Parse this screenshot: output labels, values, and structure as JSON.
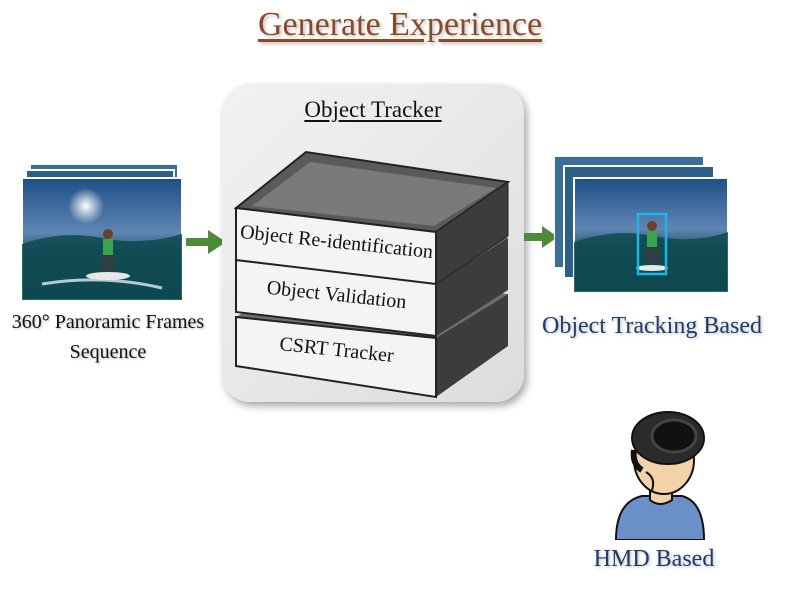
{
  "title": "Generate Experience",
  "tracker": {
    "title": "Object Tracker",
    "layers": [
      {
        "label": "Object Re-identification"
      },
      {
        "label": "Object Validation"
      },
      {
        "label": "CSRT Tracker"
      }
    ]
  },
  "input": {
    "caption_line1": "360° Panoramic Frames",
    "caption_line2": "Sequence"
  },
  "output": {
    "caption": "Object Tracking Based"
  },
  "hmd": {
    "caption": "HMD Based"
  },
  "colors": {
    "title": "#8a4a25",
    "caption_blue": "#1f3d6b",
    "arrow_green": "#4f8a3a",
    "bbox_cyan": "#19b6e6",
    "shirt_blue": "#6b8fc9"
  },
  "icons": {
    "arrow": "right-arrow-icon",
    "hmd": "vr-headset-user-icon"
  }
}
